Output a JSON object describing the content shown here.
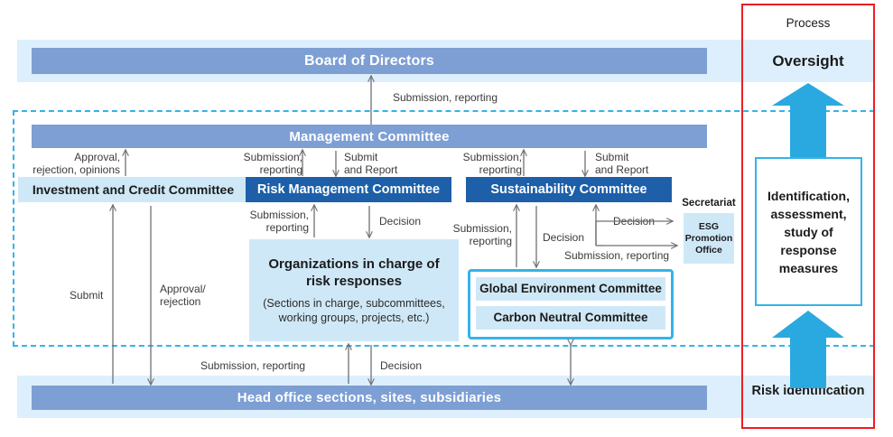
{
  "diagram": {
    "top_bar": {
      "label": "Board of Directors"
    },
    "management_bar": {
      "label": "Management Committee"
    },
    "bottom_bar": {
      "label": "Head office sections, sites, subsidiaries"
    },
    "committees": {
      "investment": "Investment and Credit Committee",
      "risk": "Risk Management Committee",
      "sustainability": "Sustainability Committee"
    },
    "organizations": {
      "title": "Organizations in charge of risk responses",
      "subtitle": "(Sections in charge, subcommittees, working groups, projects, etc.)"
    },
    "sub_committees": [
      "Global Environment Committee",
      "Carbon Neutral Committee"
    ],
    "secretariat": {
      "label": "Secretariat",
      "office": "ESG Promotion Office"
    },
    "process_panel": {
      "heading": "Process",
      "oversight": "Oversight",
      "middle": "Identification, assessment, study of response measures",
      "risk_identification": "Risk identification"
    },
    "edge_labels": {
      "board_submission": "Submission, reporting",
      "approval_rejection_opinions": "Approval,\nrejection, opinions",
      "submission_reporting_1": "Submission,\nreporting",
      "submit_and_report_1": "Submit\nand Report",
      "submission_reporting_2": "Submission,\nreporting",
      "submit_and_report_2": "Submit\nand Report",
      "submission_reporting_3": "Submission,\nreporting",
      "decision_1": "Decision",
      "submission_reporting_4": "Submission,\nreporting",
      "decision_2": "Decision",
      "decision_3": "Decision",
      "submission_reporting_5": "Submission, reporting",
      "submit": "Submit",
      "approval_rejection": "Approval/\nrejection",
      "submission_reporting_bottom": "Submission, reporting",
      "decision_bottom": "Decision"
    },
    "colors": {
      "band": "#ddeffc",
      "bar": "#7d9fd4",
      "light_box": "#cfe8f7",
      "dark_box": "#1d5fa8",
      "accent_cyan": "#35b3e8",
      "red_frame": "#ee1c25",
      "arrow_gray": "#6e7076"
    }
  }
}
